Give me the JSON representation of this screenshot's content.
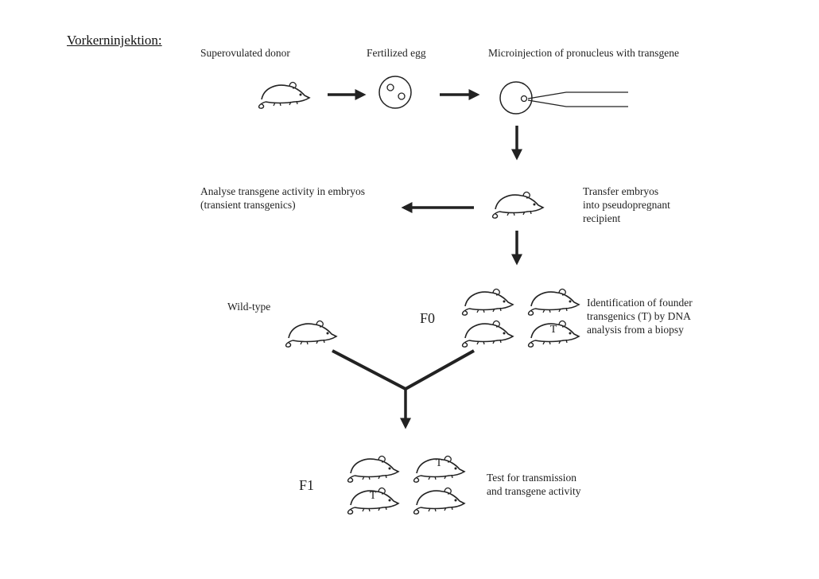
{
  "heading": "Vorkerninjektion:",
  "steps": {
    "donor": "Superovulated donor",
    "egg": "Fertilized egg",
    "microinjection": "Microinjection of pronucleus with transgene",
    "analyse": [
      "Analyse transgene activity in embryos",
      "(transient transgenics)"
    ],
    "transfer": [
      "Transfer embryos",
      "into pseudopregnant",
      "recipient"
    ],
    "wildtype": "Wild-type",
    "identification": [
      "Identification of founder",
      "transgenics (T) by DNA",
      "analysis from a biopsy"
    ],
    "test": [
      "Test for transmission",
      "and transgene activity"
    ]
  },
  "generations": {
    "f0": "F0",
    "f1": "F1"
  },
  "transgene_marker": "T",
  "colors": {
    "stroke": "#222222",
    "background": "#ffffff"
  }
}
